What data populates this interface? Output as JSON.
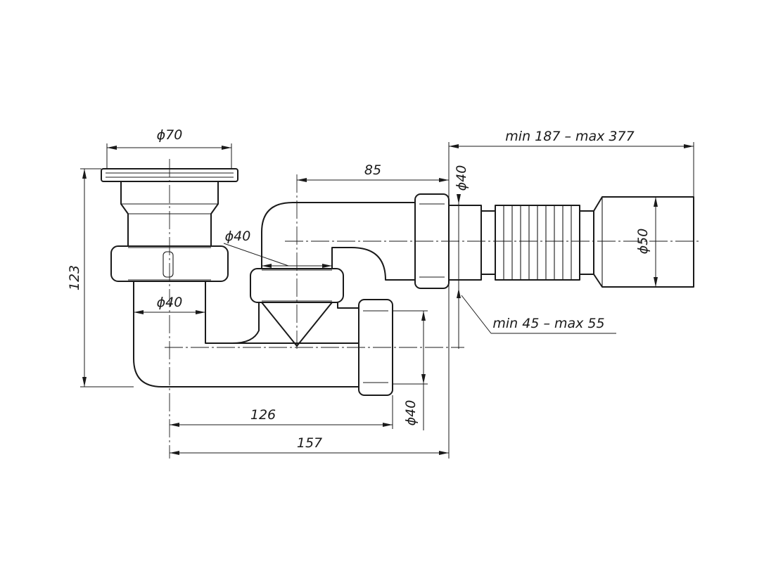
{
  "drawing": {
    "type": "technical-drawing",
    "subject": "bathtub siphon with flexible outlet",
    "line_color": "#1a1a1a",
    "background": "#ffffff"
  },
  "dimensions": {
    "d70": "ϕ70",
    "d40_drain": "ϕ40",
    "d40_overflow": "ϕ40",
    "d40_top": "ϕ40",
    "d40_outlet": "ϕ40",
    "d50": "ϕ50",
    "len_85": "85",
    "height_123": "123",
    "len_126": "126",
    "len_157": "157",
    "range_length": "min 187 – max 377",
    "range_height": "min 45 – max 55"
  }
}
